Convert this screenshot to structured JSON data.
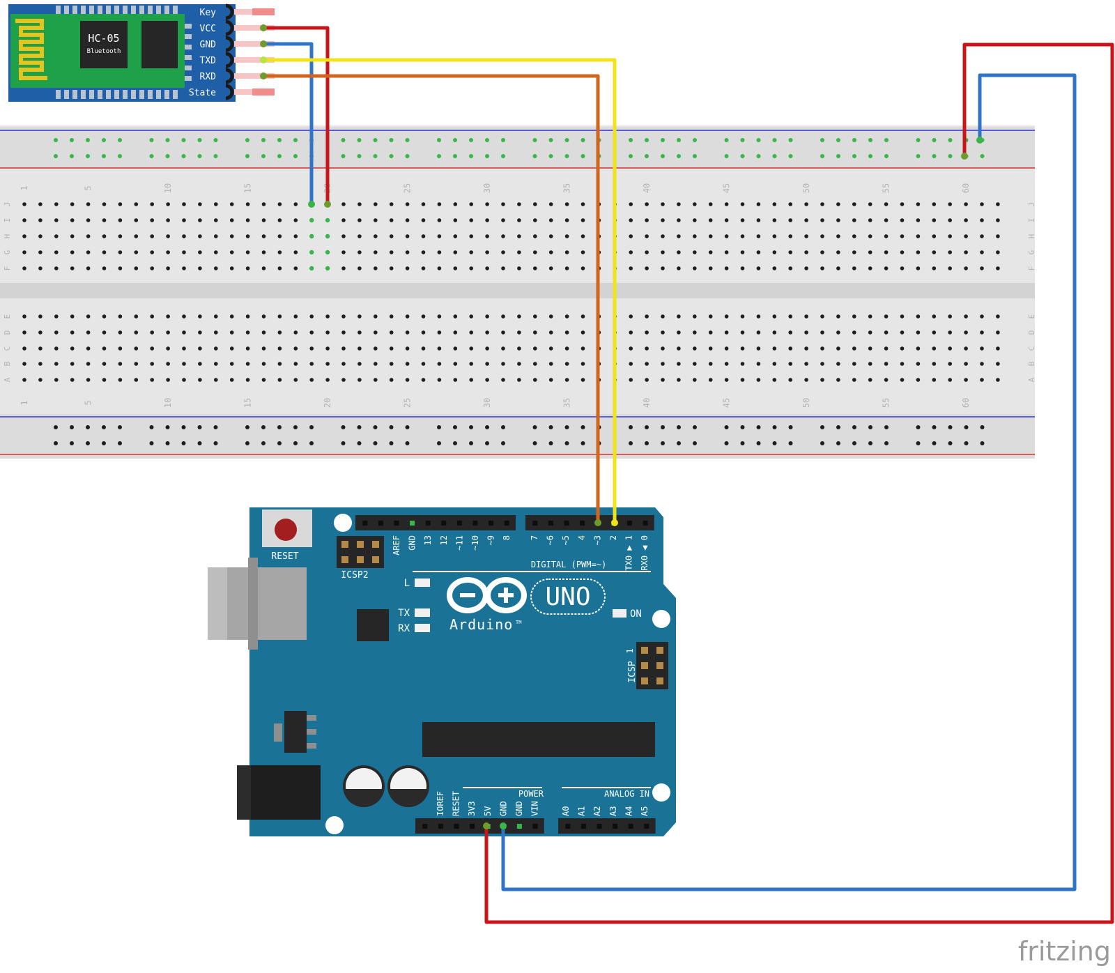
{
  "hc05": {
    "name": "HC-05",
    "subtitle": "Bluetooth",
    "pins": [
      "Key",
      "VCC",
      "GND",
      "TXD",
      "RXD",
      "State"
    ]
  },
  "breadboard": {
    "column_numbers": [
      "1",
      "5",
      "10",
      "15",
      "20",
      "25",
      "30",
      "35",
      "40",
      "45",
      "50",
      "55",
      "60"
    ],
    "top_rows": [
      "J",
      "I",
      "H",
      "G",
      "F"
    ],
    "bottom_rows": [
      "E",
      "D",
      "C",
      "B",
      "A"
    ]
  },
  "arduino": {
    "reset_label": "RESET",
    "icsp2_label": "ICSP2",
    "icsp_label": "ICSP",
    "icsp_pin1": "1",
    "logo_text": "Arduino",
    "tm": "TM",
    "model": "UNO",
    "led_l": "L",
    "led_tx": "TX",
    "led_rx": "RX",
    "led_on": "ON",
    "digital_label": "DIGITAL (PWM=~)",
    "digital_pins": [
      "AREF",
      "GND",
      "13",
      "12",
      "~11",
      "~10",
      "~9",
      "8",
      "7",
      "~6",
      "~5",
      "4",
      "~3",
      "2",
      "TX0 ▶ 1",
      "RX0 ◀ 0"
    ],
    "power_label": "POWER",
    "power_pins": [
      "IOREF",
      "RESET",
      "3V3",
      "5V",
      "GND",
      "GND",
      "VIN"
    ],
    "analog_label": "ANALOG IN",
    "analog_pins": [
      "A0",
      "A1",
      "A2",
      "A3",
      "A4",
      "A5"
    ]
  },
  "watermark": "fritzing",
  "colors": {
    "wire_red": "#c8151b",
    "wire_blue": "#2f74c9",
    "wire_yellow": "#f0e31a",
    "wire_orange": "#d0661d",
    "arduino_blue": "#1a7396",
    "hc05_board": "#1f5fa7",
    "hc05_pcb": "#1fa14a",
    "breadboard": "#e6e6e6",
    "hole_connected": "#3ab54a"
  }
}
